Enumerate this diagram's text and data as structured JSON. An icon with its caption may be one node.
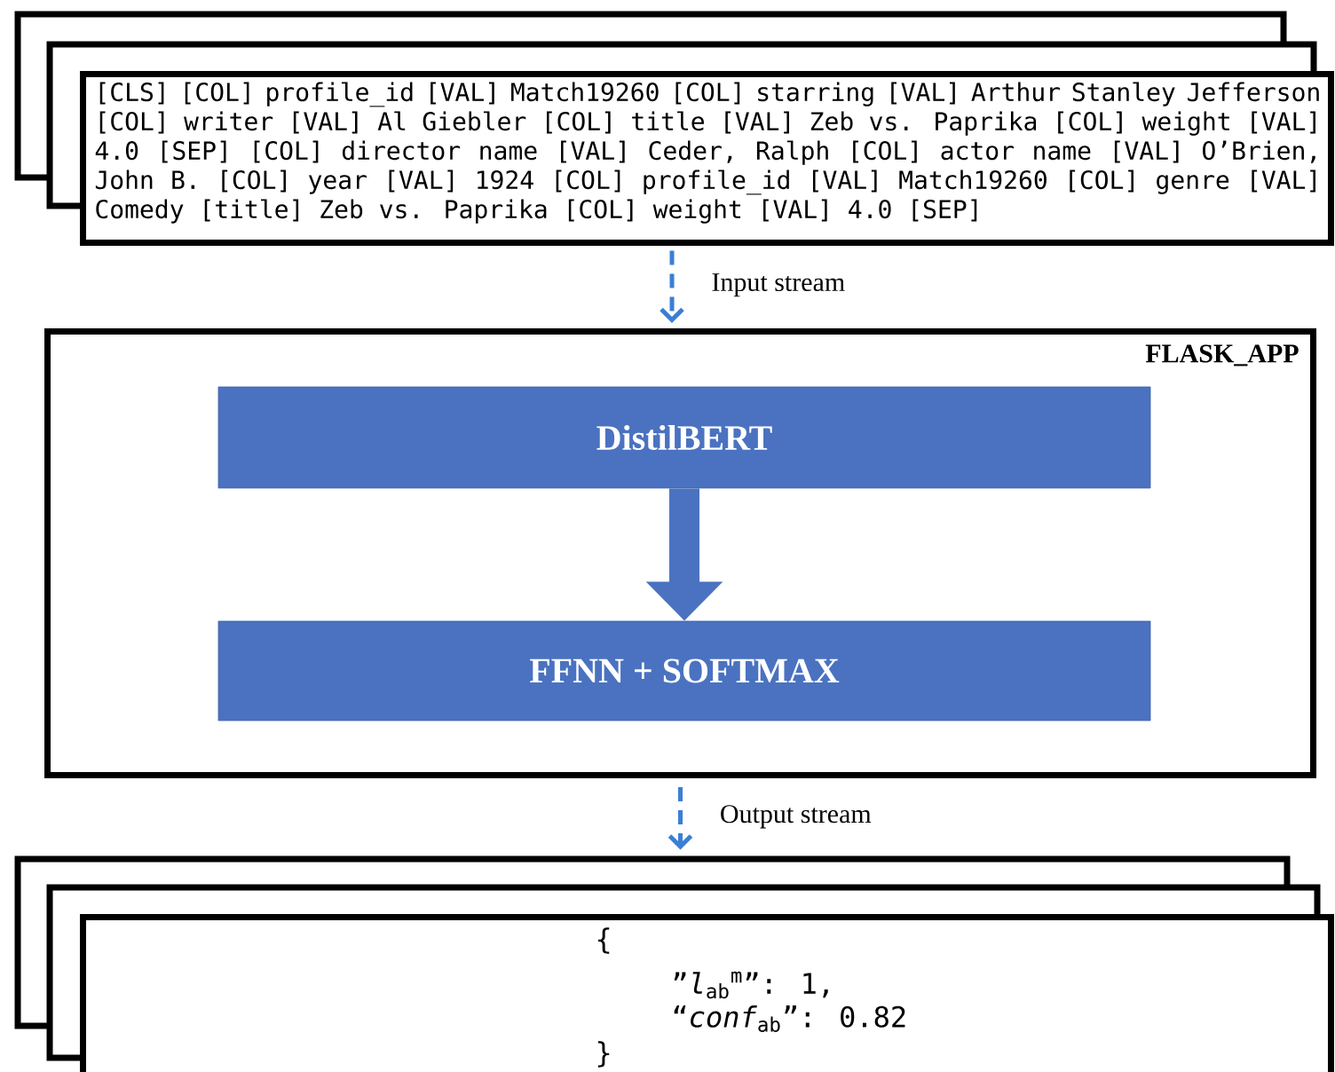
{
  "diagram": {
    "nodes": [
      {
        "text": [
          "[CLS] [COL] profile_id [VAL] Match19260 [COL] starring [VAL] Arthur Stanley Jefferson [COL] writer [VAL] Al Giebler [COL] title [VAL] Zeb vs. Paprika [COL] weight [VAL] 4.0 [SEP] [COL] director name [VAL] Ceder, Ralph [COL] actor name [VAL] O’Brien, John B. [COL] year [VAL] 1924 [COL] profile_id [VAL] Match19260 [COL] genre [VAL] Comedy [title] Zeb vs. Paprika [COL] weight [VAL] 4.0 [SEP]"
        ]
      },
      {
        "text": [
          "FLASK_APP"
        ]
      },
      {
        "text": [
          "DistilBERT"
        ],
        "in": 1
      },
      {
        "text": [
          "FFNN + SOFTMAX"
        ],
        "in": 1
      },
      {
        "text": [
          "{",
          "”*l*$_{ab}$$^{m}$”: 1,",
          "“*conf*$_{ab}$”: 0.82",
          "}"
        ]
      }
    ],
    "edges": [
      {
        "from": 0,
        "to": 1,
        "arrow": "to",
        "label": "Input stream",
        "style": "dashed",
        "color": "#3a7fd5"
      },
      {
        "from": 2,
        "to": 3,
        "arrow": "to",
        "style": "thick",
        "color": "#4a72c0"
      },
      {
        "from": 1,
        "to": 4,
        "arrow": "to",
        "label": "Output stream",
        "style": "dashed",
        "color": "#3a7fd5"
      }
    ]
  }
}
